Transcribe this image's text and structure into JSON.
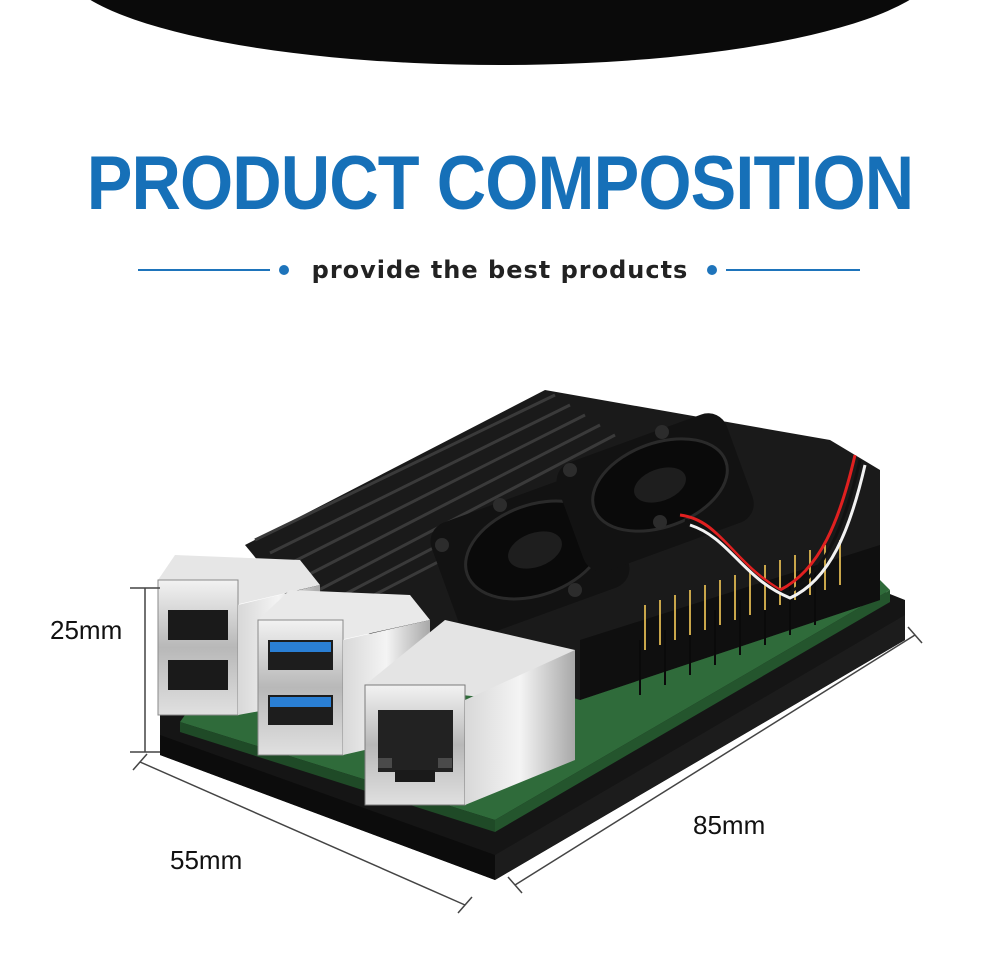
{
  "header": {
    "title": "PRODUCT COMPOSITION",
    "subtitle": "provide the best products"
  },
  "dimensions": {
    "height": "25mm",
    "width": "55mm",
    "length": "85mm"
  },
  "colors": {
    "accent_blue": "#1670b8",
    "case_black": "#111111",
    "pcb_green": "#2f6b3a",
    "usb3_blue": "#2a7fd4"
  }
}
